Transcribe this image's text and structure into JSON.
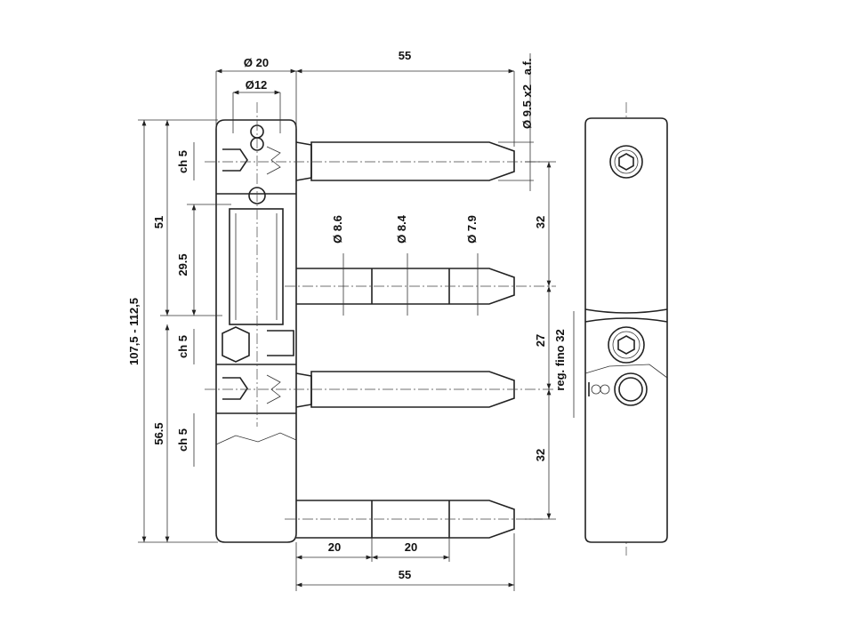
{
  "drawing": {
    "dimensions": {
      "dia_body": "Ø 20",
      "dia_inner": "Ø12",
      "pin_length_top": "55",
      "across_flats": "a.f.",
      "dia_pin_top": "Ø 9.5 x2",
      "ch_top": "ch 5",
      "height_51": "51",
      "height_29_5": "29.5",
      "dia_86": "Ø 8.6",
      "dia_84": "Ø 8.4",
      "dia_79": "Ø 7.9",
      "spacing_top": "32",
      "ch_mid": "ch 5",
      "spacing_mid": "27",
      "adjust": "reg. fino 32",
      "total_height": "107,5 - 112,5",
      "height_56_5": "56.5",
      "ch_bottom": "ch 5",
      "spacing_bottom": "32",
      "seg1": "20",
      "seg2": "20",
      "pin_length_bottom": "55"
    }
  }
}
